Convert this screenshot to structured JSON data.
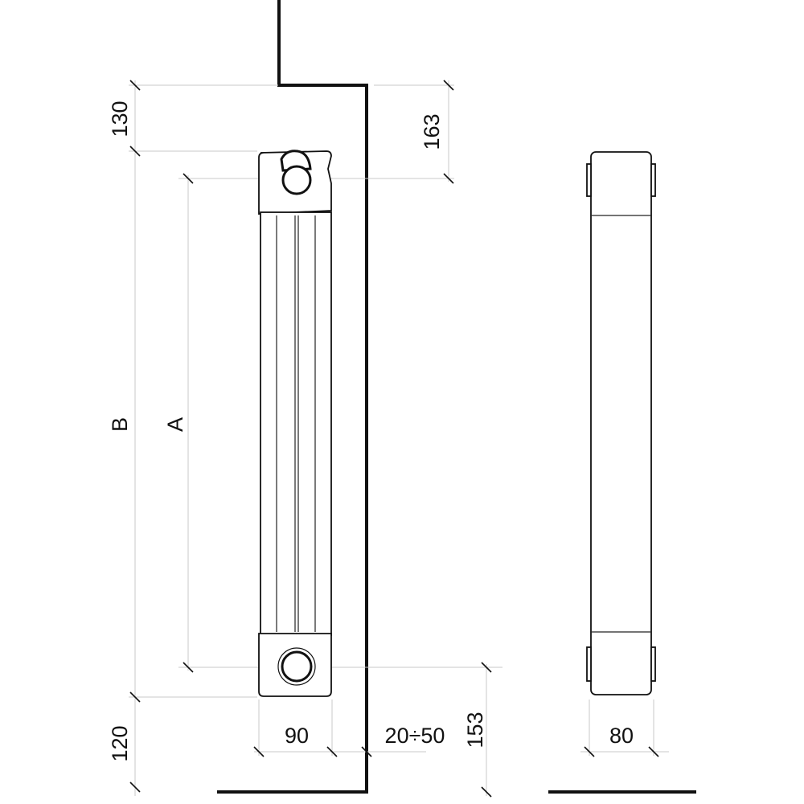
{
  "dimensions": {
    "top_clearance": "130",
    "top_axis_offset": "163",
    "total_height": "B",
    "axis_distance": "A",
    "bottom_clearance": "120",
    "depth": "90",
    "wall_gap": "20÷50",
    "bottom_axis_height": "153",
    "side_width": "80"
  }
}
